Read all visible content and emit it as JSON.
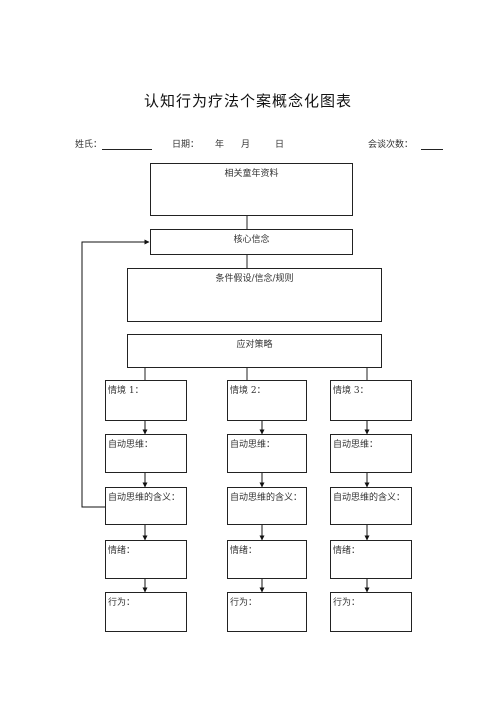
{
  "title": "认知行为疗法个案概念化图表",
  "header": {
    "name_label": "姓氏：",
    "date_label": "日期：",
    "year": "年",
    "month": "月",
    "day": "日",
    "session_label": "会谈次数："
  },
  "boxes": {
    "childhood": "相关童年资料",
    "core_belief": "核心信念",
    "assumptions": "条件假设/信念/规则",
    "coping": "应对策略"
  },
  "columns": [
    {
      "situation": "情境 1：",
      "auto_thought": "自动思维：",
      "meaning": "自动思维的含义：",
      "emotion": "情绪：",
      "behavior": "行为："
    },
    {
      "situation": "情境 2：",
      "auto_thought": "自动思维：",
      "meaning": "自动思维的含义：",
      "emotion": "情绪：",
      "behavior": "行为："
    },
    {
      "situation": "情境 3：",
      "auto_thought": "自动思维：",
      "meaning": "自动思维的含义：",
      "emotion": "情绪：",
      "behavior": "行为："
    }
  ]
}
